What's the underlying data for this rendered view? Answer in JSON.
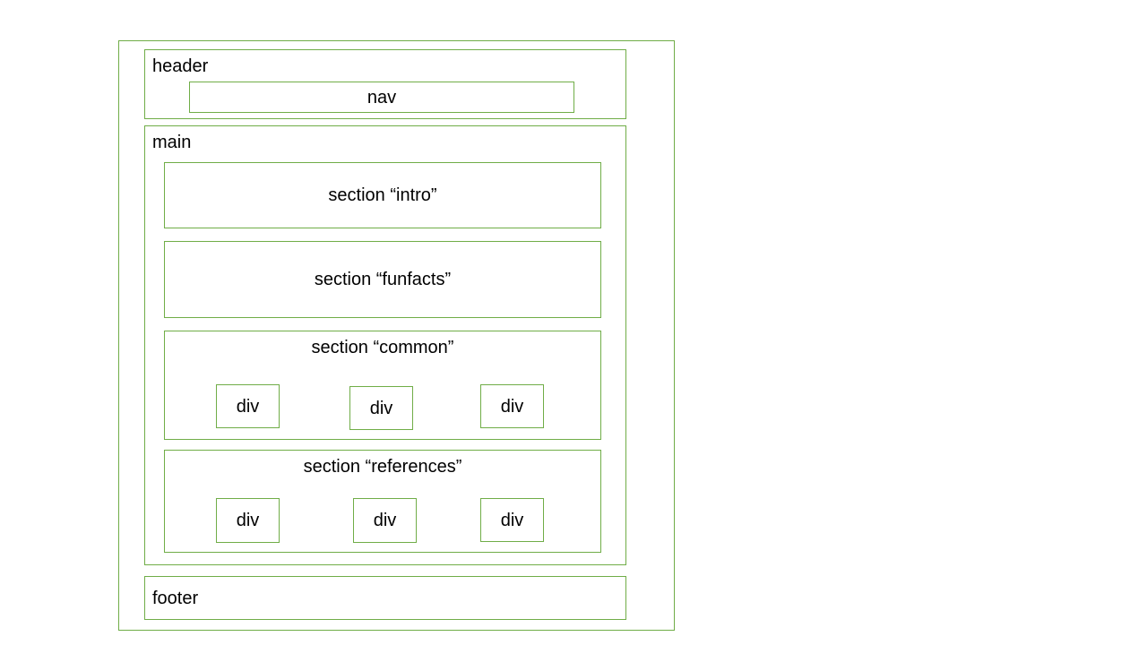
{
  "diagram": {
    "outer": {
      "label": ""
    },
    "header": {
      "label": "header",
      "nav": {
        "label": "nav"
      }
    },
    "main": {
      "label": "main",
      "sections": [
        {
          "label": "section “intro”"
        },
        {
          "label": "section “funfacts”"
        },
        {
          "label": "section “common”",
          "divs": [
            "div",
            "div",
            "div"
          ]
        },
        {
          "label": "section “references”",
          "divs": [
            "div",
            "div",
            "div"
          ]
        }
      ]
    },
    "footer": {
      "label": "footer"
    },
    "colors": {
      "border": "#70AD47",
      "background": "#FFFFFF",
      "text": "#000000"
    }
  }
}
